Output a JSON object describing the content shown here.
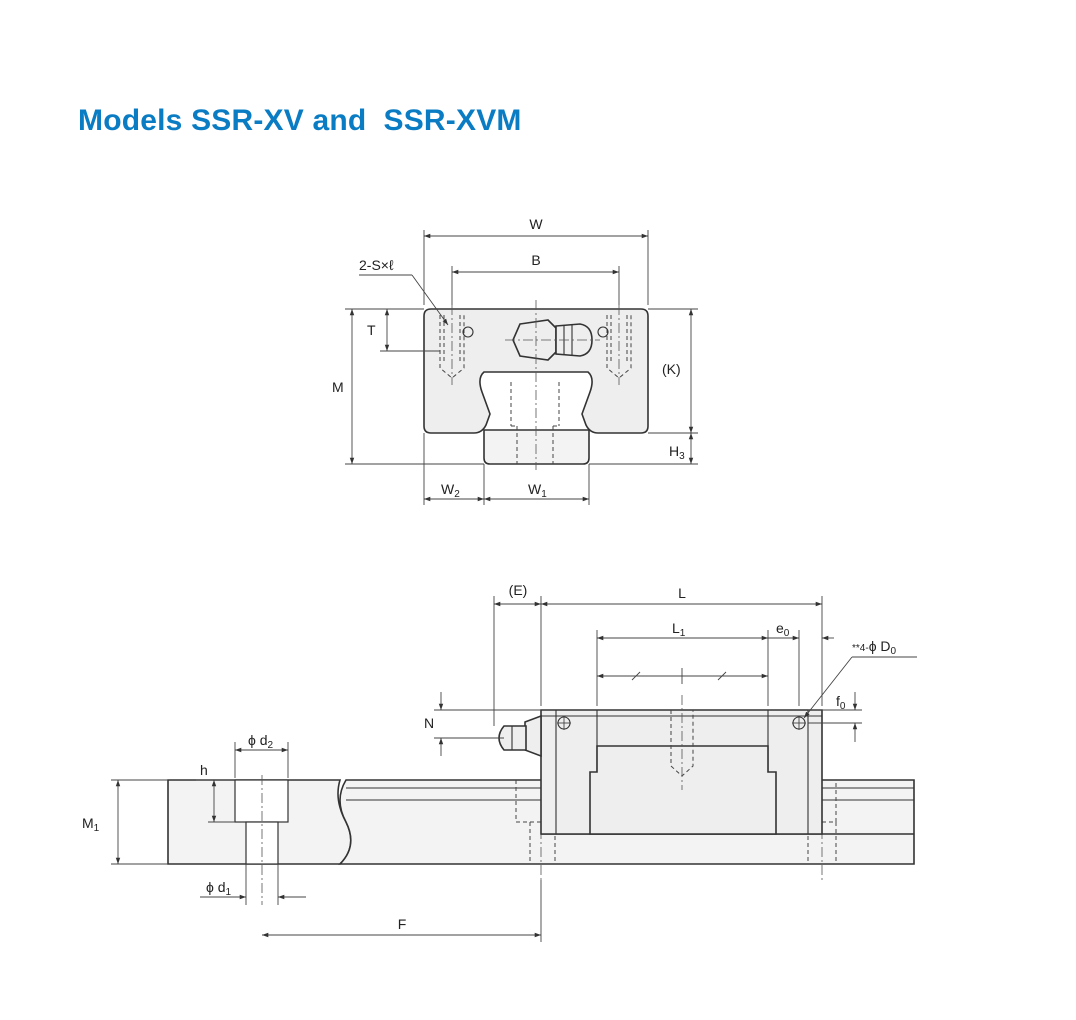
{
  "title": "Models SSR-XV and  SSR-XVM",
  "front_view": {
    "labels": {
      "W": "W",
      "B": "B",
      "tap": "2-S×ℓ",
      "T": "T",
      "M": "M",
      "K": "(K)",
      "H3_main": "H",
      "H3_sub": "3",
      "W2_main": "W",
      "W2_sub": "2",
      "W1_main": "W",
      "W1_sub": "1"
    }
  },
  "side_view": {
    "labels": {
      "E": "(E)",
      "L": "L",
      "L1_main": "L",
      "L1_sub": "1",
      "e0_main": "e",
      "e0_sub": "0",
      "D0_prefix": "**4-",
      "D0_phi": "ϕ",
      "D0_main": " D",
      "D0_sub": "0",
      "f0_main": "f",
      "f0_sub": "0",
      "N": "N",
      "d2_phi": "ϕ",
      "d2_main": " d",
      "d2_sub": "2",
      "h": "h",
      "M1_main": "M",
      "M1_sub": "1",
      "d1_phi": "ϕ",
      "d1_main": " d",
      "d1_sub": "1",
      "F": "F"
    }
  }
}
